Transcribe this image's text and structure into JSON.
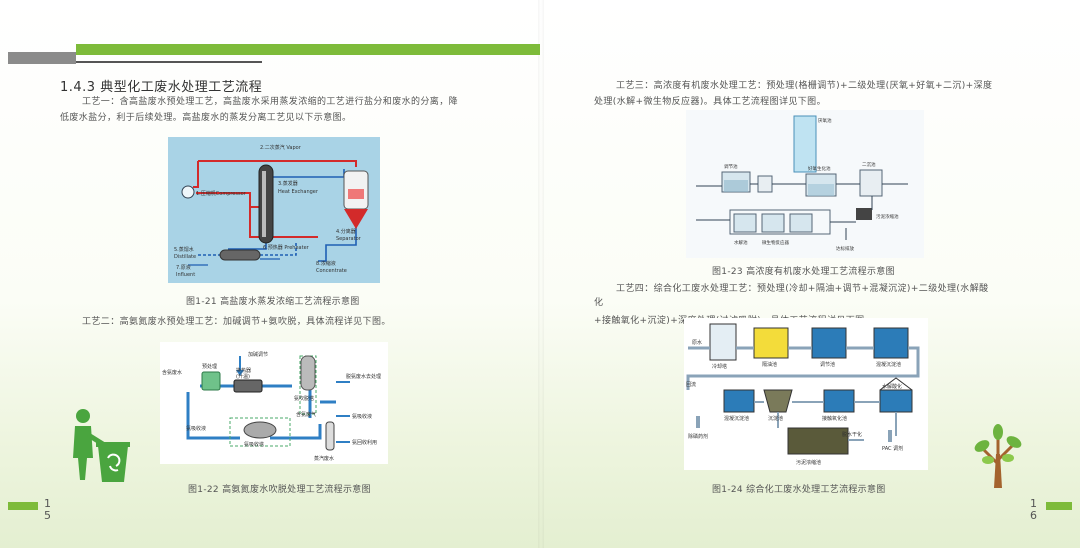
{
  "left_page": {
    "heading": "1.4.3 典型化工废水处理工艺流程",
    "para1_line1": "工艺一：含高盐废水预处理工艺，高盐废水采用蒸发浓缩的工艺进行盐分和废水的分离，降",
    "para1_line2": "低废水盐分，利于后续处理。高盐废水的蒸发分离工艺见以下示意图。",
    "fig21": {
      "caption": "图1-21 高盐废水蒸发浓缩工艺流程示意图",
      "labels": {
        "vapor": "2.二次蒸汽 Vapor",
        "compressor": "1.压缩机Compressor",
        "exchanger": "3.蒸发器",
        "exchanger_en": "Heat Exchanger",
        "separator": "4.分离器",
        "separator_en": "Separator",
        "distillate": "5.蒸馏水",
        "distillate_en": "Distillate",
        "preheater": "6.预热器 Preheater",
        "feed": "7.原液",
        "feed_en": "Influent",
        "concentrate": "8.浓缩液",
        "concentrate_en": "Concentrate"
      }
    },
    "para2": "工艺二：高氨氮废水预处理工艺：加碱调节+氨吹脱，具体流程详见下图。",
    "fig22": {
      "caption": "图1-22 高氨氮废水吹脱处理工艺流程示意图",
      "labels": {
        "influent": "含氨废水",
        "pretreat": "预处理",
        "alkali": "加碱调节",
        "heater": "换热器",
        "heater2": "(升温)",
        "tower": "氨吹脱塔",
        "gas": "含氨废气",
        "absorb": "氨吸收塔",
        "recycle": "氨吸收液",
        "out": "脱氨废水去处理",
        "reuse": "氨吸收液",
        "reuse2": "氨回收利用",
        "steam": "蒸汽废水"
      }
    },
    "page_digit1": "1",
    "page_digit2": "5"
  },
  "right_page": {
    "para3_line1": "工艺三：高浓度有机废水处理工艺：预处理(格栅调节)+二级处理(厌氧+好氧+二沉)+深度",
    "para3_line2": "处理(水解+微生物反应器)。具体工艺流程图详见下图。",
    "fig23": {
      "caption": "图1-23 高浓度有机废水处理工艺流程示意图",
      "labels": {
        "a": "调节池",
        "b": "厌氧池",
        "c": "好氧生化池",
        "d": "二沉池",
        "e": "水解池",
        "f": "微生物反应器",
        "g": "污泥浓缩池",
        "h": "达标排放"
      }
    },
    "para4_line1": "工艺四：综合化工废水处理工艺：预处理(冷却+隔油+调节+混凝沉淀)+二级处理(水解酸",
    "para4_line2": "化",
    "para4_line3": "+接触氧化+沉淀)+深度处理(过滤吸附)。具体工艺流程详见下图。",
    "fig24": {
      "caption": "图1-24 综合化工废水处理工艺流程示意图",
      "labels": {
        "raw": "原水",
        "cool": "冷却塔",
        "oil": "隔油池",
        "adjust": "调节池",
        "coag": "混凝沉淀池",
        "recycle": "回流",
        "sed": "混凝沉淀池",
        "settle": "沉淀池",
        "contact": "接触氧化池",
        "hydro": "水解酸化",
        "dosing": "除磷药剂",
        "press": "脱水干化",
        "sludge": "污泥浓缩池",
        "pac": "PAC 调剂"
      }
    },
    "page_digit1": "1",
    "page_digit2": "6"
  },
  "colors": {
    "green": "#7dbb3a",
    "gray": "#8b8b8b",
    "fig21_bg": "#a9d3e6",
    "pipe_red": "#d32a2a",
    "pipe_blue": "#1f5fb4"
  }
}
